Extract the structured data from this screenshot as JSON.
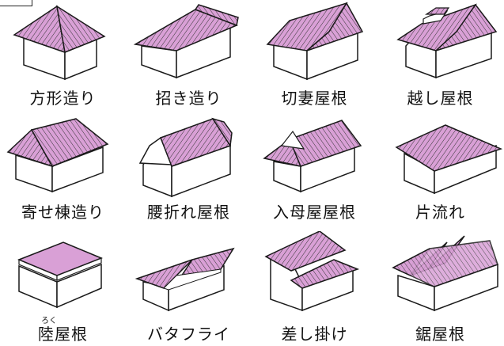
{
  "colors": {
    "roof": "#d9a0d6",
    "line": "#1a1a1a",
    "wall": "#ffffff"
  },
  "roofs": [
    {
      "id": "hogyo",
      "label": "方形造り"
    },
    {
      "id": "kiri",
      "label": "招き造り"
    },
    {
      "id": "kirizuma",
      "label": "切妻屋根"
    },
    {
      "id": "koshi",
      "label": "越し屋根"
    },
    {
      "id": "yosemune",
      "label": "寄せ棟造り"
    },
    {
      "id": "koshiore",
      "label": "腰折れ屋根"
    },
    {
      "id": "irimoya",
      "label": "入母屋屋根"
    },
    {
      "id": "katanagare",
      "label": "片流れ"
    },
    {
      "id": "rikuyane",
      "label": "陸屋根",
      "ruby": "ろく"
    },
    {
      "id": "butterfly",
      "label": "バタフライ"
    },
    {
      "id": "sashikake",
      "label": "差し掛け"
    },
    {
      "id": "nokogiri",
      "label": "鋸屋根"
    }
  ]
}
